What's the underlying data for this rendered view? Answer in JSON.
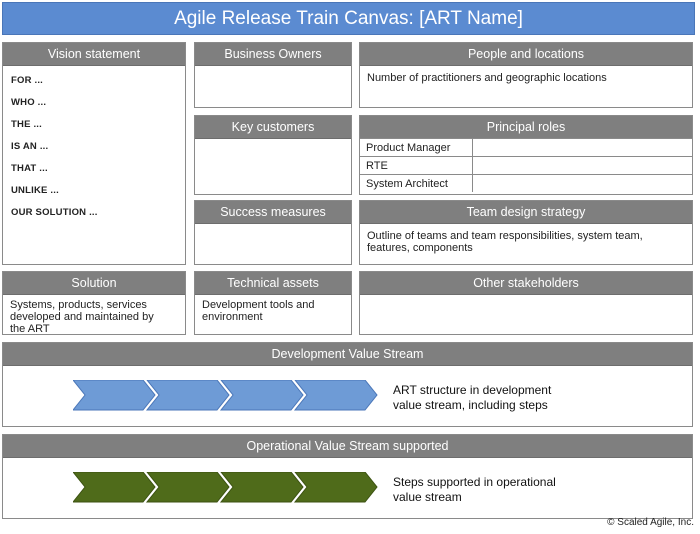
{
  "title": "Agile Release Train Canvas: [ART Name]",
  "vision": {
    "heading": "Vision statement",
    "lines": [
      "FOR ...",
      "WHO ...",
      "THE ...",
      "IS AN ...",
      "THAT ...",
      "UNLIKE ...",
      "OUR SOLUTION ..."
    ]
  },
  "business_owners": {
    "heading": "Business Owners",
    "body": ""
  },
  "key_customers": {
    "heading": "Key customers",
    "body": ""
  },
  "success_measures": {
    "heading": "Success measures",
    "body": ""
  },
  "people_locations": {
    "heading": "People and locations",
    "body": "Number of practitioners and geographic locations"
  },
  "principal_roles": {
    "heading": "Principal roles",
    "rows": [
      {
        "role": "Product Manager",
        "value": ""
      },
      {
        "role": "RTE",
        "value": ""
      },
      {
        "role": "System Architect",
        "value": ""
      }
    ]
  },
  "team_design": {
    "heading": "Team design strategy",
    "body": "Outline of teams and team responsibilities, system team, features, components"
  },
  "solution": {
    "heading": "Solution",
    "body": "Systems, products, services developed and maintained by the ART"
  },
  "technical_assets": {
    "heading": "Technical assets",
    "body": "Development tools and environment"
  },
  "other_stakeholders": {
    "heading": "Other stakeholders",
    "body": ""
  },
  "dev_stream": {
    "heading": "Development Value Stream",
    "text": "ART structure in development value stream, including steps",
    "arrow_color": "#6e9bd6",
    "arrow_border": "#4a76b8"
  },
  "op_stream": {
    "heading": "Operational Value Stream supported",
    "text": "Steps supported in operational value stream",
    "arrow_color": "#4f6b1a",
    "arrow_border": "#3c5212"
  },
  "copyright": "© Scaled Agile, Inc.",
  "colors": {
    "title_bg": "#5b8bd1",
    "panel_head_bg": "#7f7f7f"
  }
}
